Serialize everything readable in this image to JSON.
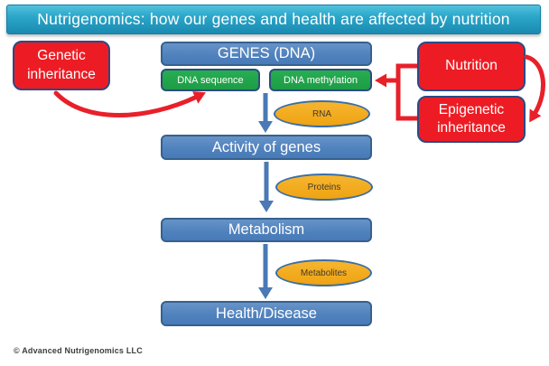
{
  "title": "Nutrigenomics: how our genes and health are affected by nutrition",
  "nodes": {
    "genetic_inheritance": "Genetic inheritance",
    "genes_dna": "GENES (DNA)",
    "dna_sequence": "DNA sequence",
    "dna_methylation": "DNA methylation",
    "nutrition": "Nutrition",
    "epigenetic_inheritance": "Epigenetic inheritance",
    "activity_of_genes": "Activity of genes",
    "metabolism": "Metabolism",
    "health_disease": "Health/Disease"
  },
  "intermediates": {
    "rna": "RNA",
    "proteins": "Proteins",
    "metabolites": "Metabolites"
  },
  "footer": {
    "copyright": "© Advanced Nutrigenomics LLC"
  },
  "colors": {
    "title_bar_top": "#52c2de",
    "title_bar_bottom": "#1a8ab1",
    "process_box": "#4f81bd",
    "process_border": "#36618e",
    "gene_box": "#1d9c46",
    "influence_box": "#ed1c24",
    "influence_border": "#2b4a86",
    "molecule_ellipse": "#efa312",
    "ellipse_border": "#3a6ea5",
    "arrow_blue": "#4a79b5",
    "arrow_red": "#e8202a"
  }
}
